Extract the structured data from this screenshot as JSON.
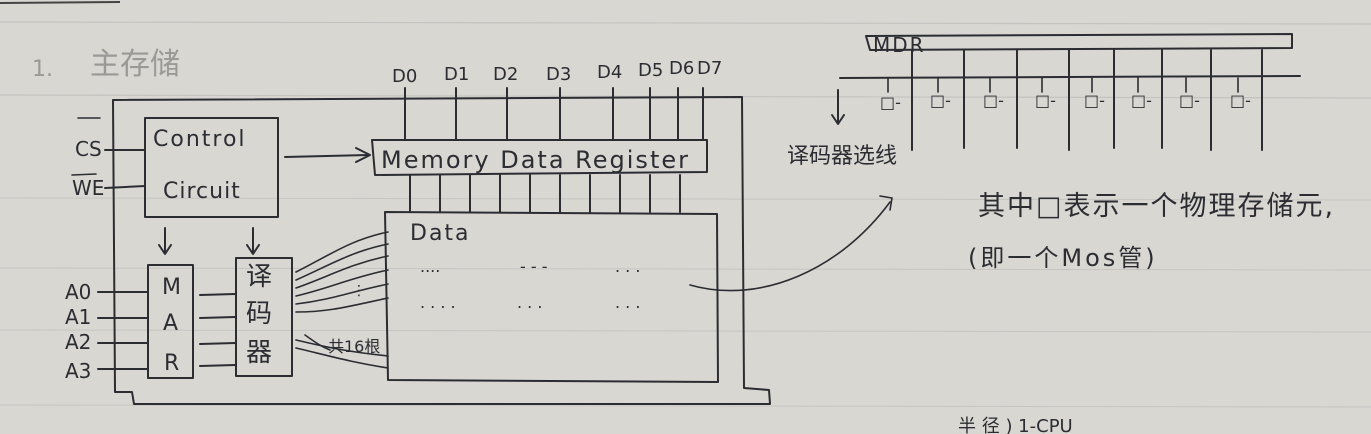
{
  "heading": {
    "number": "1.",
    "text": "主存储"
  },
  "pins": {
    "cs": "CS",
    "we": "WE",
    "address": [
      "A0",
      "A1",
      "A2",
      "A3"
    ]
  },
  "data_lines": [
    "D0",
    "D1",
    "D2",
    "D3",
    "D4",
    "D5",
    "D6",
    "D7"
  ],
  "blocks": {
    "control_line1": "Control",
    "control_line2": "Circuit",
    "mar": [
      "M",
      "A",
      "R"
    ],
    "decoder": [
      "译",
      "码",
      "器"
    ],
    "mdr_long": "Memory Data Register",
    "data": "Data",
    "data_dots": [
      "....",
      "- - -",
      ". . .",
      ". . . .",
      ". . .",
      ". . ."
    ],
    "wire_count": "共16根"
  },
  "cell_diagram": {
    "mdr": "MDR",
    "decoder_line": "译码器选线",
    "cell_symbol": "□-"
  },
  "notes": {
    "line1": "其中□表示一个物理存储元,",
    "line2": "(即一个Mos管)",
    "bottom": "半 径 ) 1-CPU"
  }
}
